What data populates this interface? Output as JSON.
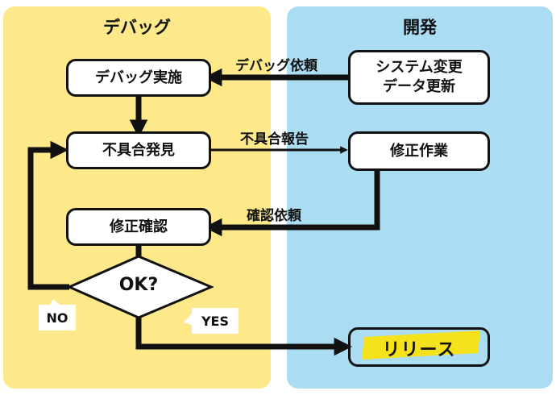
{
  "lanes": {
    "debug": "デバッグ",
    "dev": "開発"
  },
  "nodes": {
    "debug_exec": "デバッグ実施",
    "bug_found": "不具合発見",
    "fix_confirm": "修正確認",
    "decision": "OK?",
    "system_change_line1": "システム変更",
    "system_change_line2": "データ更新",
    "fix_work": "修正作業",
    "release": "リリース"
  },
  "edges": {
    "debug_request": "デバッグ依頼",
    "bug_report": "不具合報告",
    "confirm_request": "確認依頼",
    "no": "NO",
    "yes": "YES"
  },
  "colors": {
    "debug_lane": "#fde98a",
    "dev_lane": "#aadcf2",
    "highlight": "#f5e21a",
    "stroke": "#111111"
  }
}
